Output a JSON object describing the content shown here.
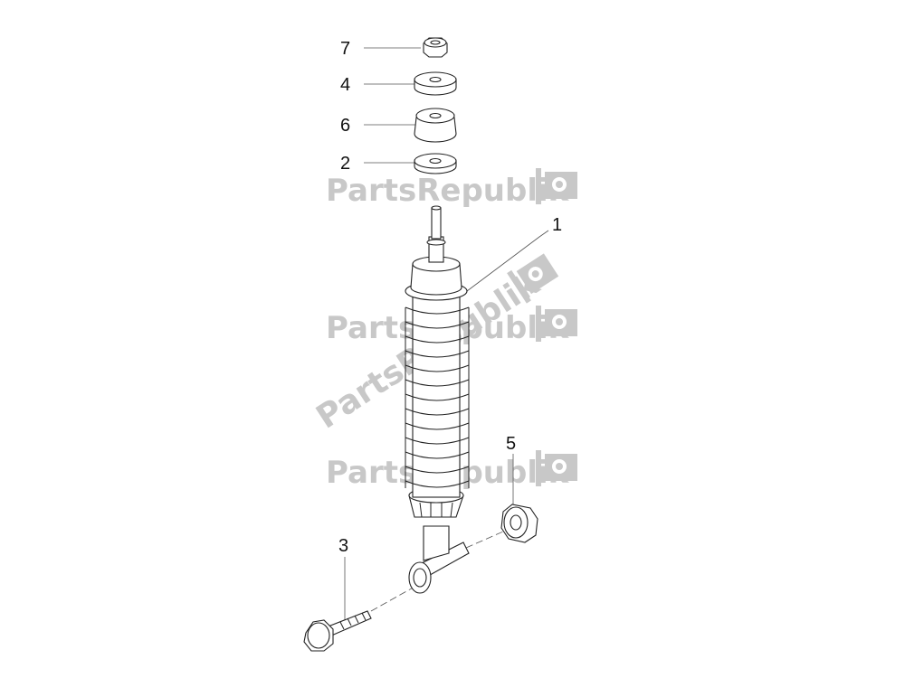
{
  "diagram": {
    "callouts": [
      {
        "id": "7",
        "label": "7"
      },
      {
        "id": "4",
        "label": "4"
      },
      {
        "id": "6",
        "label": "6"
      },
      {
        "id": "2",
        "label": "2"
      },
      {
        "id": "1",
        "label": "1"
      },
      {
        "id": "5",
        "label": "5"
      },
      {
        "id": "3",
        "label": "3"
      }
    ],
    "parts": [
      {
        "callout": "7",
        "icon": "hex-nut-icon"
      },
      {
        "callout": "4",
        "icon": "flat-washer-icon"
      },
      {
        "callout": "6",
        "icon": "rubber-bushing-icon"
      },
      {
        "callout": "2",
        "icon": "flat-washer-icon"
      },
      {
        "callout": "1",
        "icon": "shock-absorber-icon"
      },
      {
        "callout": "5",
        "icon": "hex-nut-icon"
      },
      {
        "callout": "3",
        "icon": "hex-bolt-icon"
      }
    ]
  },
  "watermark": {
    "text": "PartsRepublik",
    "icon": "gear-flag-icon",
    "color": "#c8c8c8"
  }
}
